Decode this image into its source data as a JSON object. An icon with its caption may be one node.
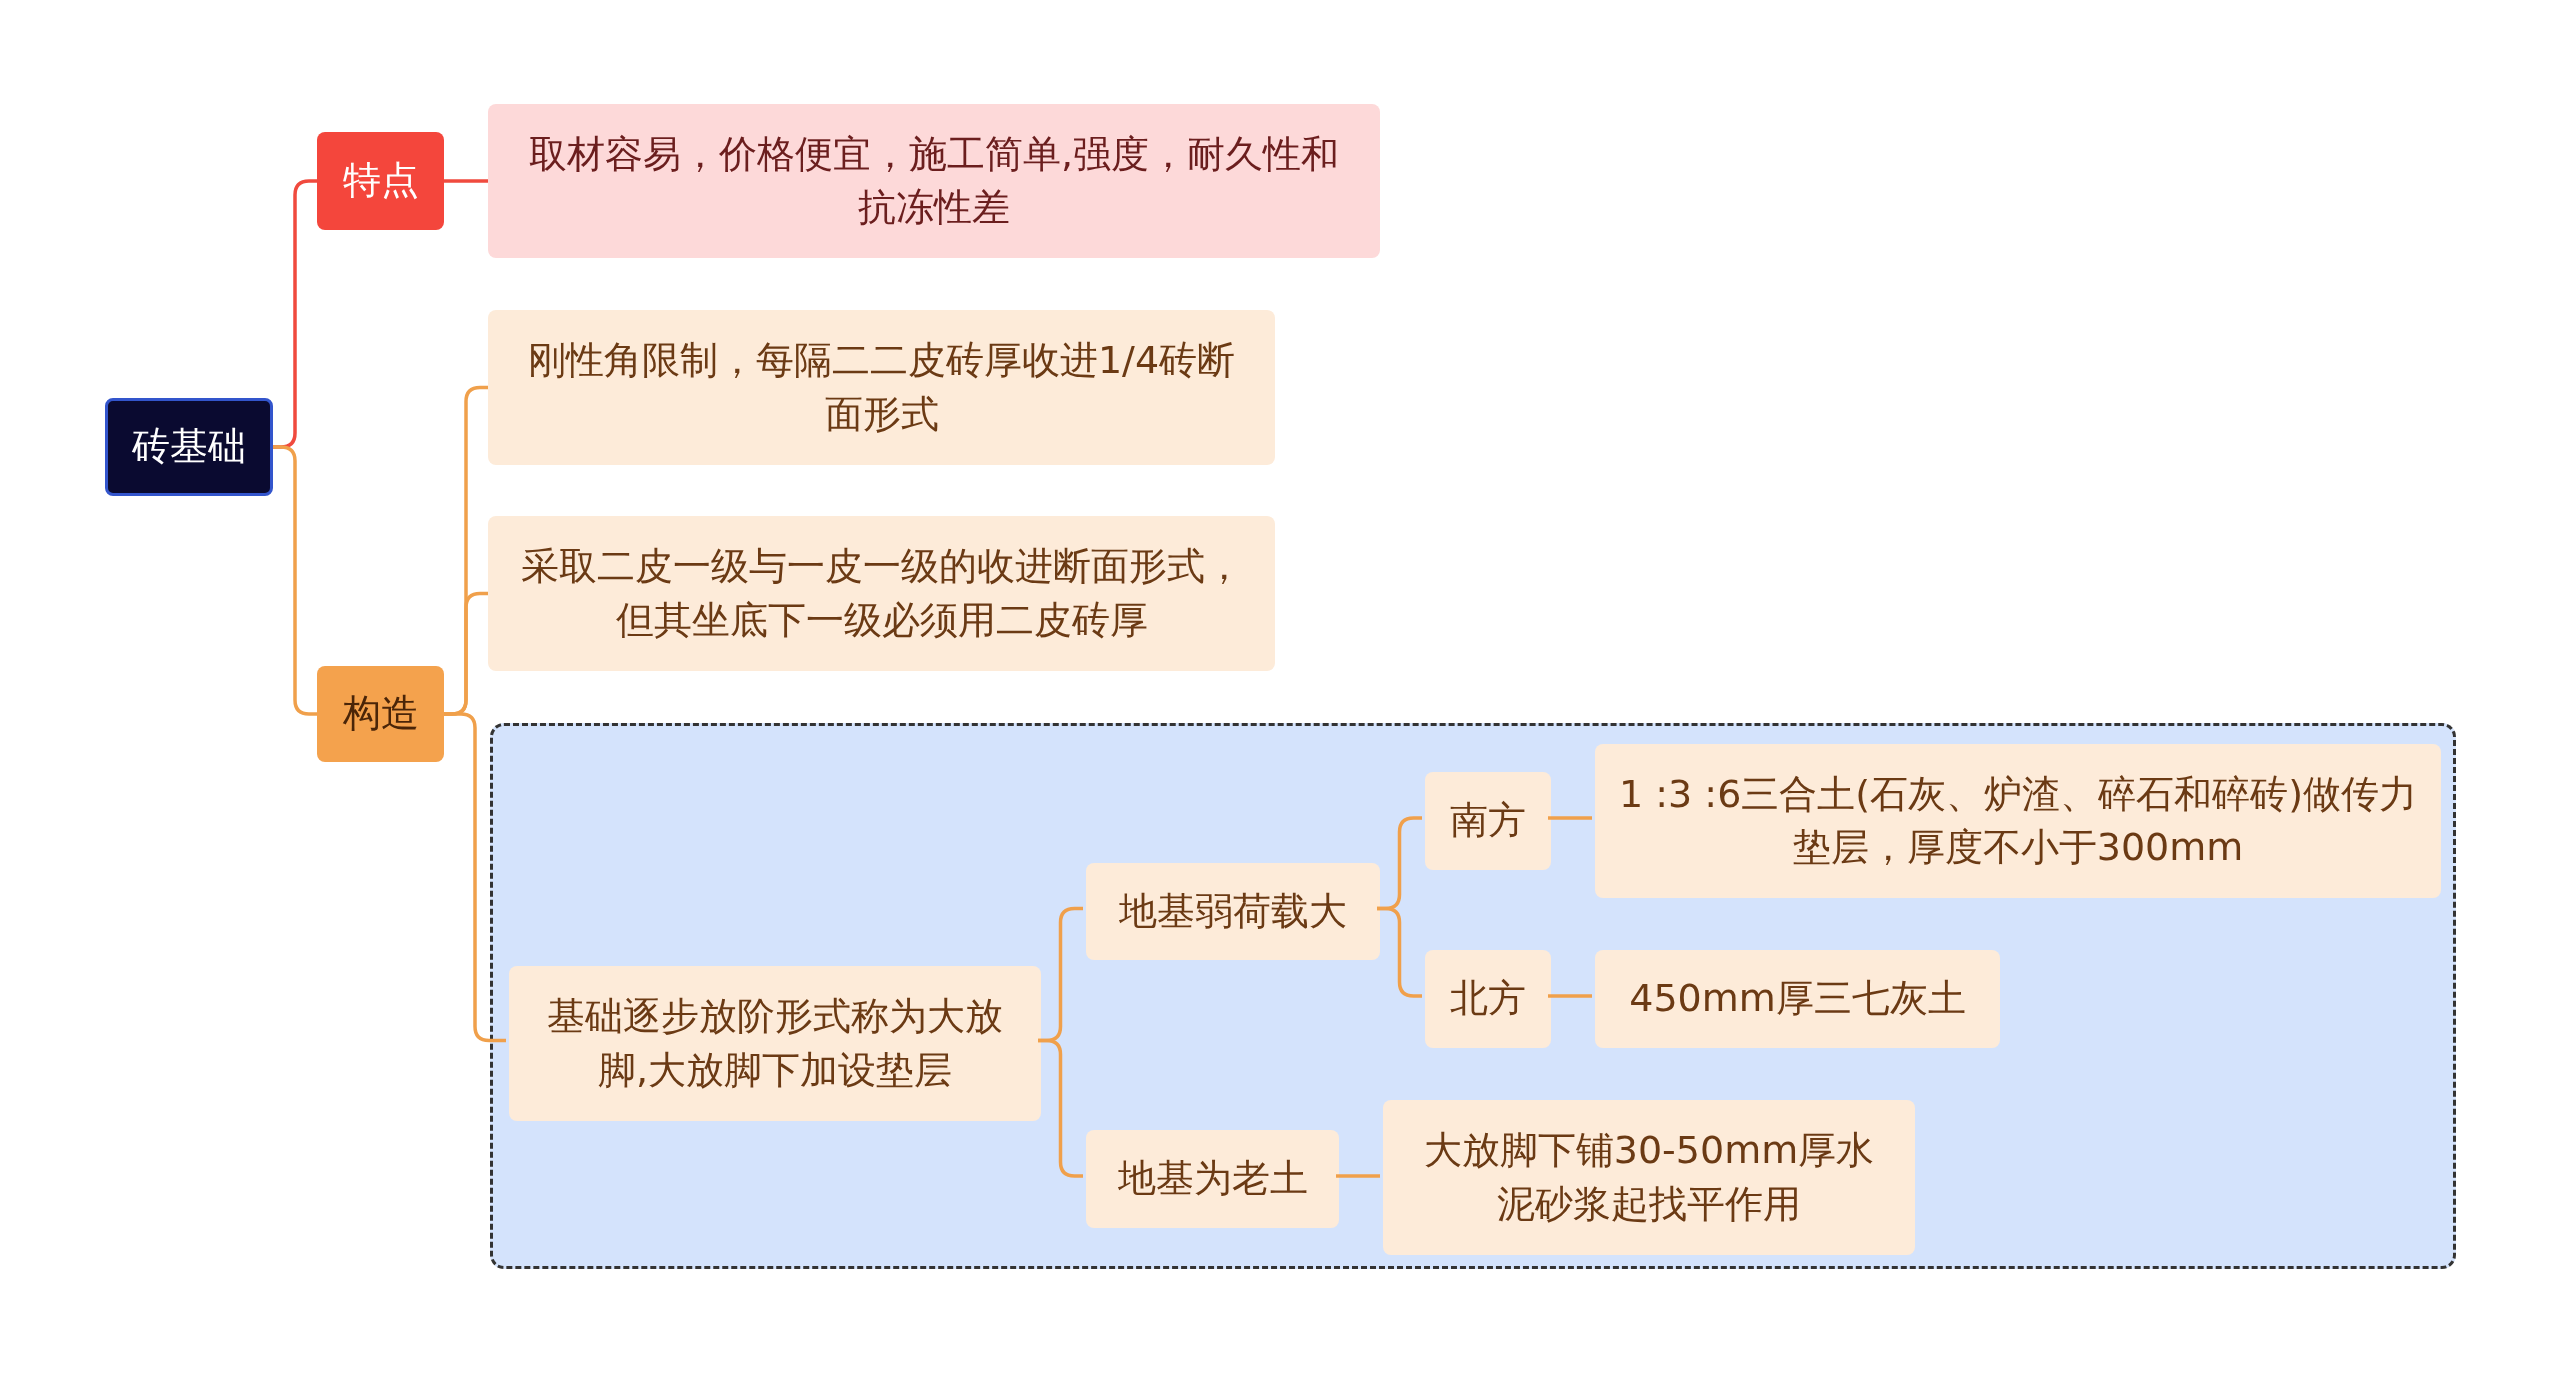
{
  "diagram": {
    "nodes": [
      {
        "text": [
          "砖基础"
        ]
      },
      {
        "text": [
          "特点"
        ]
      },
      {
        "text": [
          "取材容易，价格便宜，施工简单,强度，耐久性和抗冻性差"
        ]
      },
      {
        "text": [
          "构造"
        ]
      },
      {
        "text": [
          "刚性角限制，每隔二二皮砖厚收进1/4砖断面形式"
        ]
      },
      {
        "text": [
          "采取二皮一级与一皮一级的收进断面形式，但其坐底下一级必须用二皮砖厚"
        ]
      },
      {
        "text": [],
        "shape": "box"
      },
      {
        "text": [
          "基础逐步放阶形式称为大放脚,大放脚下加设垫层"
        ],
        "in": 6
      },
      {
        "text": [
          "地基弱荷载大"
        ],
        "in": 6
      },
      {
        "text": [
          "南方"
        ],
        "in": 6
      },
      {
        "text": [
          "1 :3 :6三合土(石灰、炉渣、碎石和碎砖)做传力垫层，厚度不小于300mm"
        ],
        "in": 6
      },
      {
        "text": [
          "北方"
        ],
        "in": 6
      },
      {
        "text": [
          "450mm厚三七灰土"
        ],
        "in": 6
      },
      {
        "text": [
          "地基为老土"
        ],
        "in": 6
      },
      {
        "text": [
          "大放脚下铺30-50mm厚水泥砂浆起找平作用"
        ],
        "in": 6
      }
    ],
    "edges": [
      {
        "from": 0,
        "to": 1,
        "arrow": "none",
        "color": "#f04a3e"
      },
      {
        "from": 0,
        "to": 3,
        "arrow": "none"
      },
      {
        "from": 1,
        "to": 2,
        "arrow": "none",
        "color": "#f04a3e"
      },
      {
        "from": 3,
        "to": 4,
        "arrow": "none"
      },
      {
        "from": 3,
        "to": 5,
        "arrow": "none"
      },
      {
        "from": 3,
        "to": 7,
        "arrow": "none"
      },
      {
        "from": 7,
        "to": 8,
        "arrow": "none"
      },
      {
        "from": 7,
        "to": 13,
        "arrow": "none"
      },
      {
        "from": 8,
        "to": 9,
        "arrow": "none"
      },
      {
        "from": 8,
        "to": 11,
        "arrow": "none"
      },
      {
        "from": 9,
        "to": 10,
        "arrow": "none"
      },
      {
        "from": 11,
        "to": 12,
        "arrow": "none"
      },
      {
        "from": 13,
        "to": 14,
        "arrow": "none"
      }
    ]
  }
}
